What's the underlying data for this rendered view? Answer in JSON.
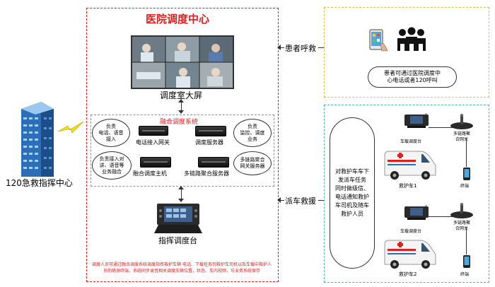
{
  "left": {
    "label": "120急救指挥中心"
  },
  "center": {
    "title": "医院调度中心",
    "screen_label": "调度室大屏",
    "system_title": "融合调度系统",
    "bubbles": [
      "负责\n电话、语音\n接入",
      "负责\n监控、调度\n业务",
      "负责接入对\n讲、语音等\n业务融合",
      "多链路聚合\n网关服务器"
    ],
    "devices": [
      "电话接入网关",
      "调度服务器",
      "融合调度主机",
      "多链路聚合服务器"
    ],
    "console_label": "指挥调度台",
    "note": "调度人员可通过融合调度系统调度指挥救护车辆 电话、下载任务到救护车司机以及车载中救护人员的随身终端，系统同步录音相关调度车辆位置，状态、车内视频，与业务系统保存"
  },
  "right_top": {
    "side_label": "患者呼救",
    "caption": "患者可通过医院调度中\n心电话或者120呼叫"
  },
  "right_bottom": {
    "side_label": "派车救援",
    "oval_text": "对救护车车下\n发派车任务\n同时做级信、\n电话通知救护\n车司机及随车\n救护人员",
    "vehicle1": {
      "terminal": "车载调度台",
      "gateway": "多链路聚\n合网关",
      "name": "救护车1",
      "phone": "终端"
    },
    "vehicle2": {
      "terminal": "车载调度台",
      "gateway": "多链路聚\n合网关",
      "name": "救护车2",
      "phone": "终端"
    }
  },
  "colors": {
    "title_red": "#e02020",
    "red_border": "#e02020",
    "yellow_border": "#e8c23a",
    "green_border": "#4fbf8f",
    "building_blue": "#2a6fb8",
    "bolt_yellow": "#f2e10a"
  }
}
